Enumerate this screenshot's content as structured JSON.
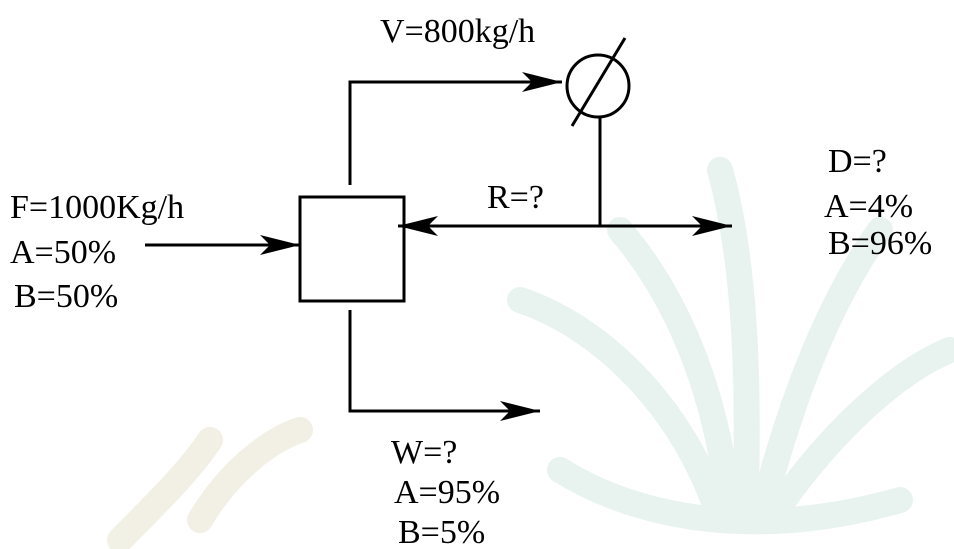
{
  "vapor": {
    "label": "V=800kg/h"
  },
  "feed": {
    "flow": "F=1000Kg/h",
    "a": "A=50%",
    "b": "B=50%"
  },
  "reflux": {
    "label": "R=?"
  },
  "distillate": {
    "flow": "D=?",
    "a": "A=4%",
    "b": "B=96%"
  },
  "bottoms": {
    "flow": "W=?",
    "a": "A=95%",
    "b": "B=5%"
  },
  "watermark": {
    "color": "#e6f2ef"
  }
}
